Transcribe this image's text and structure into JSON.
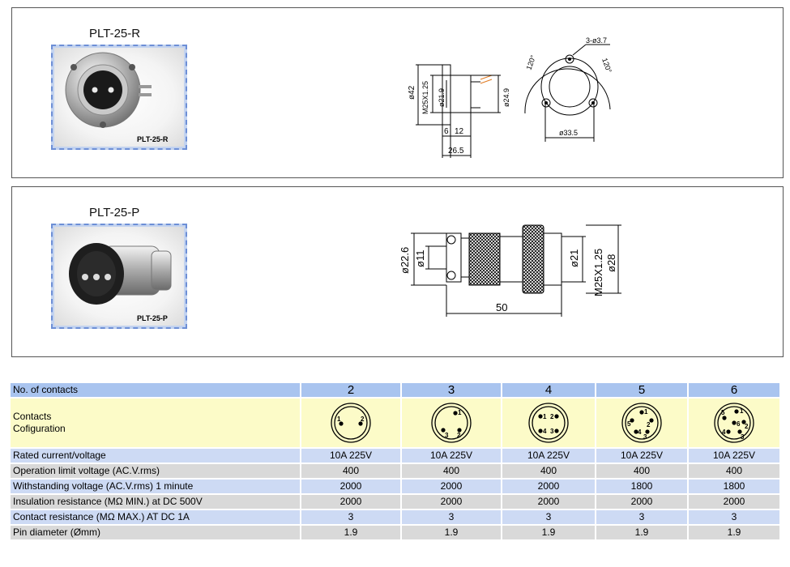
{
  "products": [
    {
      "model": "PLT-25-R",
      "photo_caption": "PLT-25-R",
      "dims": {
        "d42": "ø42",
        "m25": "M25X1.25",
        "d219": "ø21.9",
        "d249": "ø24.9",
        "l6": "6",
        "l12": "12",
        "l265": "26.5",
        "holes": "3-ø3.7",
        "a120a": "120°",
        "a120b": "120°",
        "d335": "ø33.5"
      }
    },
    {
      "model": "PLT-25-P",
      "photo_caption": "PLT-25-P",
      "dims": {
        "d226": "ø22.6",
        "d11": "ø11",
        "d21": "ø21",
        "m25": "M25X1.25",
        "d28": "ø28",
        "l50": "50"
      }
    }
  ],
  "table": {
    "header_label": "No. of contacts",
    "contacts": [
      "2",
      "3",
      "4",
      "5",
      "6"
    ],
    "config_label_1": "Contacts",
    "config_label_2": "Cofiguration",
    "rows": [
      {
        "label": "Rated current/voltage",
        "values": [
          "10A 225V",
          "10A 225V",
          "10A 225V",
          "10A 225V",
          "10A 225V"
        ],
        "shade": "b"
      },
      {
        "label": "Operation limit voltage (AC.V.rms)",
        "values": [
          "400",
          "400",
          "400",
          "400",
          "400"
        ],
        "shade": "g"
      },
      {
        "label": "Withstanding voltage (AC.V.rms) 1 minute",
        "values": [
          "2000",
          "2000",
          "2000",
          "1800",
          "1800"
        ],
        "shade": "b"
      },
      {
        "label": "Insulation resistance (MΩ MIN.) at DC 500V",
        "values": [
          "2000",
          "2000",
          "2000",
          "2000",
          "2000"
        ],
        "shade": "g"
      },
      {
        "label": "Contact resistance (MΩ MAX.) AT DC 1A",
        "values": [
          "3",
          "3",
          "3",
          "3",
          "3"
        ],
        "shade": "b"
      },
      {
        "label": "Pin diameter (Ømm)",
        "values": [
          "1.9",
          "1.9",
          "1.9",
          "1.9",
          "1.9"
        ],
        "shade": "g"
      }
    ],
    "pin_labels": [
      [
        "1",
        "2"
      ],
      [
        "1",
        "2",
        "3"
      ],
      [
        "1",
        "2",
        "3",
        "4"
      ],
      [
        "1",
        "2",
        "3",
        "4",
        "5"
      ],
      [
        "1",
        "2",
        "3",
        "4",
        "5",
        "6"
      ]
    ]
  }
}
